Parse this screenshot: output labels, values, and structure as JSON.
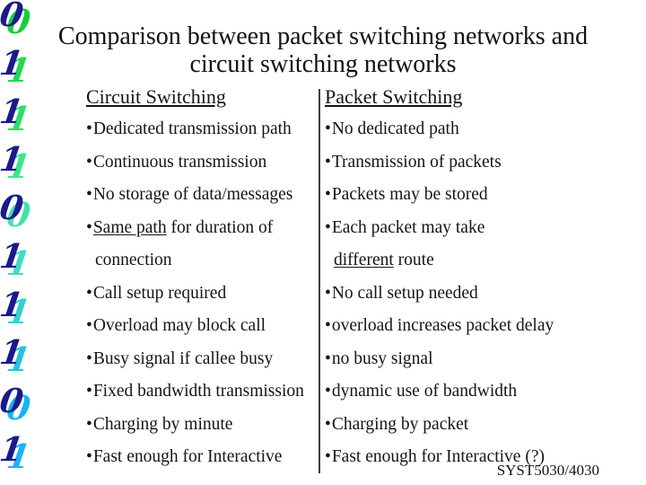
{
  "slide": {
    "title_line1": "Comparison between packet switching networks and",
    "title_line2": "circuit switching networks",
    "footer": "SYST5030/4030",
    "bullet_char": "•"
  },
  "columns": [
    {
      "header": "Circuit Switching",
      "rows": [
        {
          "bullet": true,
          "segments": [
            {
              "text": "Dedicated transmission path"
            }
          ]
        },
        {
          "bullet": true,
          "segments": [
            {
              "text": "Continuous transmission"
            }
          ]
        },
        {
          "bullet": true,
          "segments": [
            {
              "text": "No storage of data/messages"
            }
          ]
        },
        {
          "bullet": true,
          "segments": [
            {
              "text": "Same path",
              "underline": true
            },
            {
              "text": " for duration of"
            }
          ]
        },
        {
          "bullet": false,
          "segments": [
            {
              "text": "connection"
            }
          ]
        },
        {
          "bullet": true,
          "segments": [
            {
              "text": "Call setup required"
            }
          ]
        },
        {
          "bullet": true,
          "segments": [
            {
              "text": "Overload may block call"
            }
          ]
        },
        {
          "bullet": true,
          "segments": [
            {
              "text": "Busy signal if callee busy"
            }
          ]
        },
        {
          "bullet": true,
          "segments": [
            {
              "text": "Fixed bandwidth transmission"
            }
          ]
        },
        {
          "bullet": true,
          "segments": [
            {
              "text": "Charging by minute"
            }
          ]
        },
        {
          "bullet": true,
          "segments": [
            {
              "text": "Fast enough for Interactive"
            }
          ]
        }
      ]
    },
    {
      "header": "Packet Switching",
      "rows": [
        {
          "bullet": true,
          "segments": [
            {
              "text": "No dedicated path"
            }
          ]
        },
        {
          "bullet": true,
          "segments": [
            {
              "text": "Transmission of packets"
            }
          ]
        },
        {
          "bullet": true,
          "segments": [
            {
              "text": "Packets may be stored"
            }
          ]
        },
        {
          "bullet": true,
          "segments": [
            {
              "text": "Each packet may take"
            }
          ]
        },
        {
          "bullet": false,
          "segments": [
            {
              "text": "different",
              "underline": true
            },
            {
              "text": " route"
            }
          ]
        },
        {
          "bullet": true,
          "segments": [
            {
              "text": "No call setup needed"
            }
          ]
        },
        {
          "bullet": true,
          "segments": [
            {
              "text": "overload increases packet delay"
            }
          ]
        },
        {
          "bullet": true,
          "segments": [
            {
              "text": "no busy signal"
            }
          ]
        },
        {
          "bullet": true,
          "segments": [
            {
              "text": "dynamic use of bandwidth"
            }
          ]
        },
        {
          "bullet": true,
          "segments": [
            {
              "text": "Charging by packet"
            }
          ]
        },
        {
          "bullet": true,
          "segments": [
            {
              "text": "Fast enough for Interactive (?)"
            }
          ]
        }
      ]
    }
  ],
  "decoration": {
    "shadow_color": "#1a1a8a",
    "digits": [
      {
        "char": "0",
        "color": "#17cf3c"
      },
      {
        "char": "1",
        "color": "#22d951"
      },
      {
        "char": "1",
        "color": "#2de06a"
      },
      {
        "char": "1",
        "color": "#3be78b"
      },
      {
        "char": "0",
        "color": "#42e2a8"
      },
      {
        "char": "1",
        "color": "#3eddc2"
      },
      {
        "char": "1",
        "color": "#32d1cf"
      },
      {
        "char": "1",
        "color": "#27c2dc"
      },
      {
        "char": "0",
        "color": "#12b5f0"
      },
      {
        "char": "1",
        "color": "#1cb3f5"
      }
    ]
  },
  "divider_color": "#3f3f3f"
}
